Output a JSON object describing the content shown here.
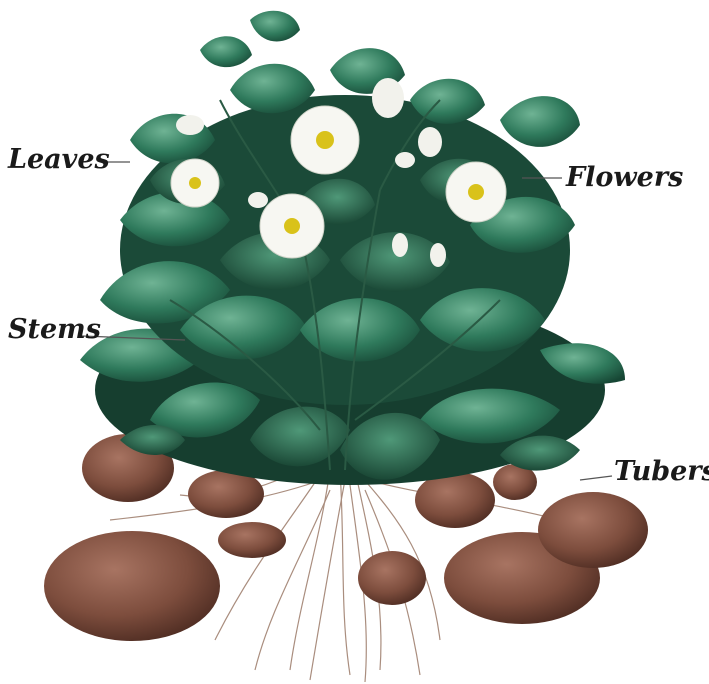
{
  "labels": {
    "leaves": "Leaves",
    "flowers": "Flowers",
    "stems": "Stems",
    "tubers": "Tubers"
  },
  "colors": {
    "leaf_dark": "#1f5a44",
    "leaf_mid": "#2f7a5c",
    "leaf_light": "#5fa384",
    "flower": "#f7f7f2",
    "flower_center": "#d9c21a",
    "tuber": "#7a4a3a",
    "tuber_light": "#a06a58",
    "root": "#8a6a5a"
  }
}
